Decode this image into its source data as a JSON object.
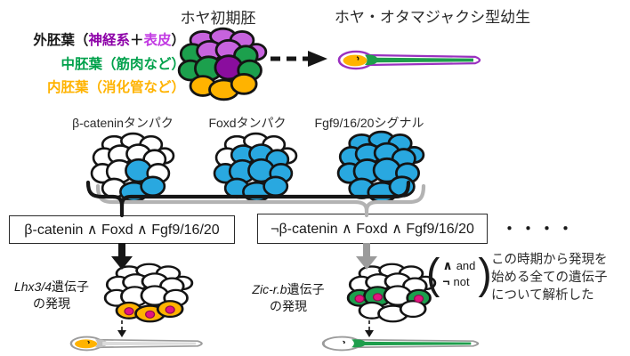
{
  "header": {
    "embryo_title": "ホヤ初期胚",
    "larva_title": "ホヤ・オタマジャクシ型幼生"
  },
  "colors": {
    "light_purple": "#C763DE",
    "dark_purple": "#8A0D9E",
    "green": "#1CA04D",
    "orange": "#FFB300",
    "blue": "#29A8E0",
    "magenta": "#E3147F",
    "white": "#FFFFFF",
    "black": "#1A1A1A",
    "gray": "#A9A9A9"
  },
  "germ_layers": [
    {
      "segments": [
        {
          "text": "外胚葉",
          "color": "#1A1A1A"
        },
        {
          "text": "（",
          "color": "#1A1A1A"
        },
        {
          "text": "神経系",
          "color": "#8D00A8"
        },
        {
          "text": "＋",
          "color": "#1A1A1A"
        },
        {
          "text": "表皮",
          "color": "#C23BE3"
        },
        {
          "text": "）",
          "color": "#1A1A1A"
        }
      ]
    },
    {
      "segments": [
        {
          "text": "中胚葉（筋肉など）",
          "color": "#00A14B"
        }
      ]
    },
    {
      "segments": [
        {
          "text": "内胚葉（消化管など）",
          "color": "#FFB300"
        }
      ]
    }
  ],
  "factors": [
    {
      "label": "β-cateninタンパク"
    },
    {
      "label": "Foxdタンパク"
    },
    {
      "label": "Fgf9/16/20シグナル"
    }
  ],
  "embryos": {
    "fate": {
      "cells": [
        "LP",
        "LP",
        "LP",
        "LP",
        "G",
        "LP",
        "LP",
        "G",
        "G",
        "G",
        "DP",
        "G",
        "O",
        "O",
        "O"
      ],
      "dots": []
    },
    "bcat": {
      "cells": [
        "W",
        "W",
        "W",
        "W",
        "W",
        "W",
        "W",
        "W",
        "W",
        "W",
        "B",
        "W",
        "W",
        "B",
        "B"
      ],
      "dots": []
    },
    "foxd": {
      "cells": [
        "W",
        "W",
        "W",
        "W",
        "W",
        "B",
        "B",
        "B",
        "B",
        "B",
        "B",
        "B",
        "B",
        "B",
        "B"
      ],
      "dots": []
    },
    "fgf": {
      "cells": [
        "B",
        "B",
        "B",
        "B",
        "B",
        "B",
        "B",
        "B",
        "B",
        "B",
        "B",
        "B",
        "B",
        "B",
        "B"
      ],
      "dots": []
    },
    "lhx": {
      "cells": [
        "W",
        "W",
        "W",
        "W",
        "W",
        "W",
        "W",
        "W",
        "W",
        "W",
        "W",
        "W",
        "O",
        "O",
        "O"
      ],
      "dots": [
        12,
        13,
        14
      ]
    },
    "zic": {
      "cells": [
        "W",
        "W",
        "W",
        "W",
        "W",
        "W",
        "W",
        "W",
        "G",
        "G",
        "W",
        "G",
        "W",
        "W",
        "W"
      ],
      "dots": [
        8,
        9,
        11
      ]
    }
  },
  "rules": [
    {
      "expression": "β-catenin ∧ Foxd ∧ Fgf9/16/20"
    },
    {
      "expression": "¬β-catenin ∧ Foxd ∧ Fgf9/16/20"
    }
  ],
  "results": [
    {
      "gene": "Lhx3/4",
      "suffix": "遺伝子",
      "line2": "の発現"
    },
    {
      "gene": "Zic-r.b",
      "suffix": "遺伝子",
      "line2": "の発現"
    }
  ],
  "larvae": {
    "top": {
      "outline": "#9A30C0",
      "head": "#FFB300",
      "tail": "#1E9E4C",
      "patch": "#1E9E4C"
    },
    "lhx": {
      "outline": "#9B9B9B",
      "head": "#FFB300",
      "tail": "#DCDCDC",
      "patch": "#C0C0C0"
    },
    "zic": {
      "outline": "#9B9B9B",
      "head": "#FFFFFF",
      "tail": "#1E9E4C",
      "patch": "#1E9E4C"
    }
  },
  "legend": {
    "open_paren": "(",
    "close_paren": ")",
    "and_symbol": "∧",
    "and_label": "and",
    "not_symbol": "¬",
    "not_label": "not"
  },
  "ellipsis": "・・・・",
  "note": {
    "lines": [
      "この時期から発現を",
      "始める全ての遺伝子",
      "について解析した"
    ]
  }
}
